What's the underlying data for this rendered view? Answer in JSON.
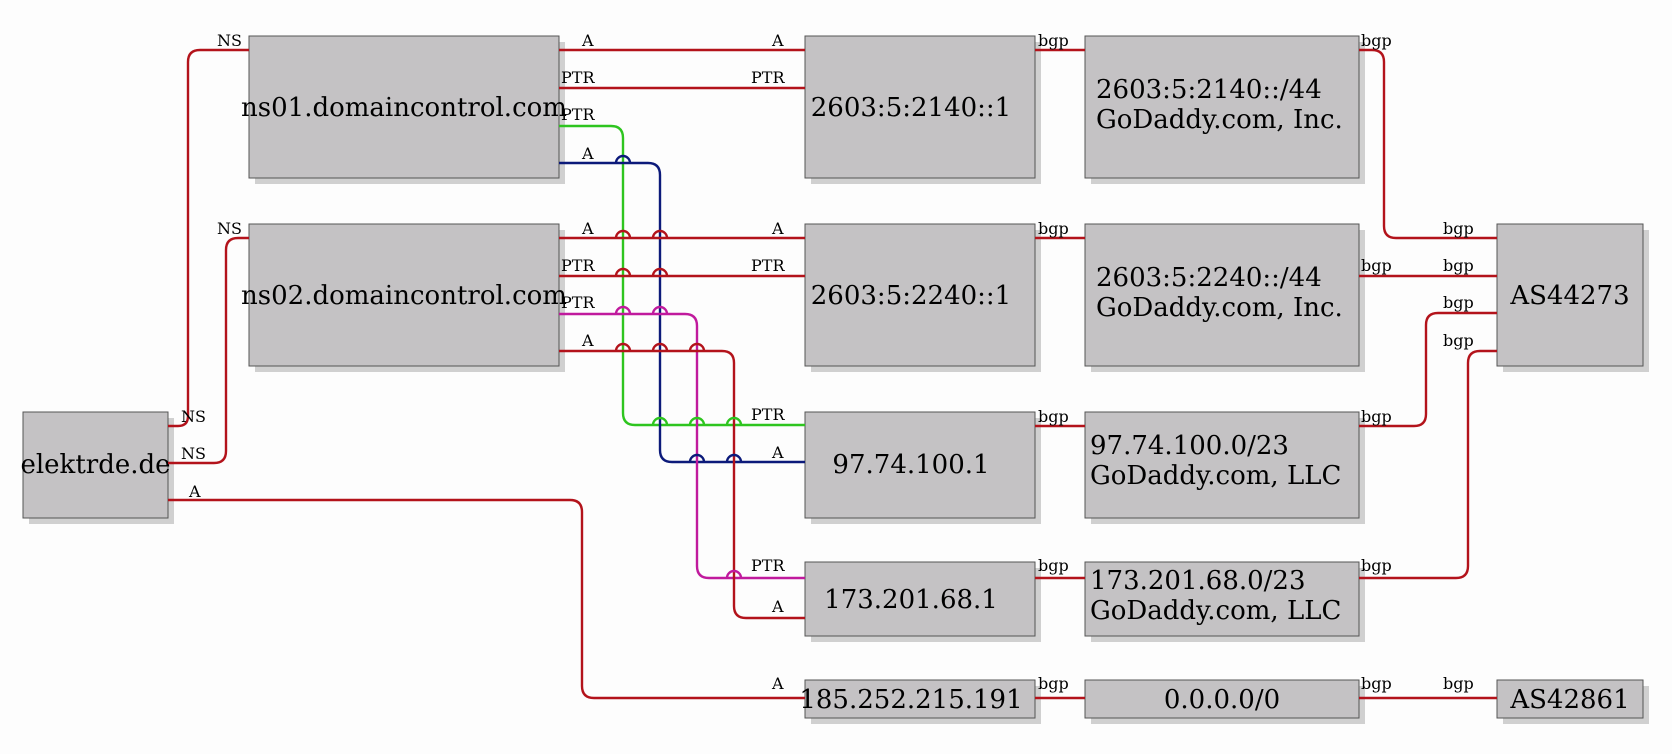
{
  "colors": {
    "red": "#b3131b",
    "green": "#2ec51f",
    "blue": "#0c1a7a",
    "magenta": "#c01a9d",
    "node_fill": "#c4c2c4"
  },
  "nodes": {
    "elektrde": [
      "elektrde.de"
    ],
    "ns01": [
      "ns01.domaincontrol.com"
    ],
    "ns02": [
      "ns02.domaincontrol.com"
    ],
    "ip1": [
      "2603:5:2140::1"
    ],
    "ip2": [
      "2603:5:2240::1"
    ],
    "ip3": [
      "97.74.100.1"
    ],
    "ip4": [
      "173.201.68.1"
    ],
    "ip5": [
      "185.252.215.191"
    ],
    "net1": [
      "2603:5:2140::/44",
      "GoDaddy.com, Inc."
    ],
    "net2": [
      "2603:5:2240::/44",
      "GoDaddy.com, Inc."
    ],
    "net3": [
      "97.74.100.0/23",
      "GoDaddy.com, LLC"
    ],
    "net4": [
      "173.201.68.0/23",
      "GoDaddy.com, LLC"
    ],
    "net5": [
      "0.0.0.0/0"
    ],
    "as1": [
      "AS44273"
    ],
    "as2": [
      "AS42861"
    ]
  },
  "edge_labels": {
    "ns": "NS",
    "a": "A",
    "ptr": "PTR",
    "bgp": "bgp"
  }
}
